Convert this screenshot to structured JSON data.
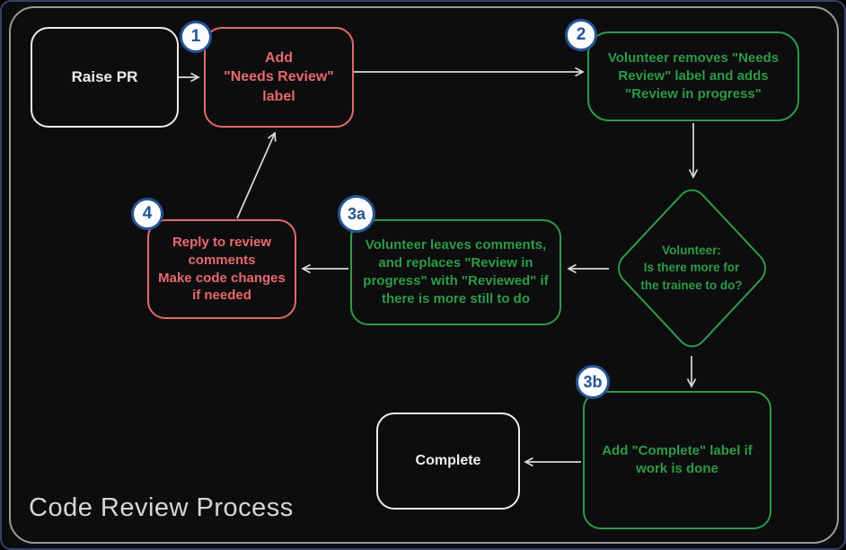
{
  "title": "Code Review Process",
  "colors": {
    "red_accent": "#e36a6a",
    "green_accent": "#2d9b45",
    "neutral_stroke": "#ededed",
    "badge_blue": "#255493",
    "arrow": "#d9d9d9",
    "background": "#0d0d0f"
  },
  "nodes": {
    "raise_pr": {
      "label": "Raise PR"
    },
    "add_needs_review": {
      "badge": "1",
      "label": "Add\n\"Needs Review\"\nlabel"
    },
    "volunteer_removes": {
      "badge": "2",
      "label": "Volunteer removes \"Needs\nReview\" label and adds\n\"Review in progress\""
    },
    "decision": {
      "label": "Volunteer:\nIs there more for\nthe trainee to do?"
    },
    "volunteer_comments": {
      "badge": "3a",
      "label": "Volunteer leaves comments,\nand replaces \"Review in\nprogress\" with \"Reviewed\" if\nthere is more still to do"
    },
    "reply_changes": {
      "badge": "4",
      "label": "Reply to review\ncomments\nMake code changes\nif needed"
    },
    "add_complete": {
      "badge": "3b",
      "label": "Add \"Complete\" label if\nwork is done"
    },
    "complete": {
      "label": "Complete"
    }
  }
}
